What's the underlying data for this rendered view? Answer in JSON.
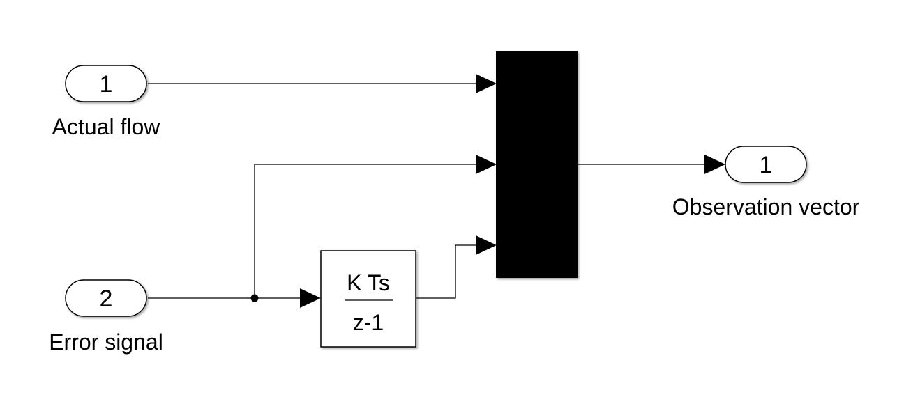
{
  "inports": [
    {
      "number": "1",
      "label": "Actual flow"
    },
    {
      "number": "2",
      "label": "Error signal"
    }
  ],
  "outports": [
    {
      "number": "1",
      "label": "Observation vector"
    }
  ],
  "integrator": {
    "numerator": "K Ts",
    "denominator": "z-1"
  },
  "mux": {
    "inputs": 3
  }
}
